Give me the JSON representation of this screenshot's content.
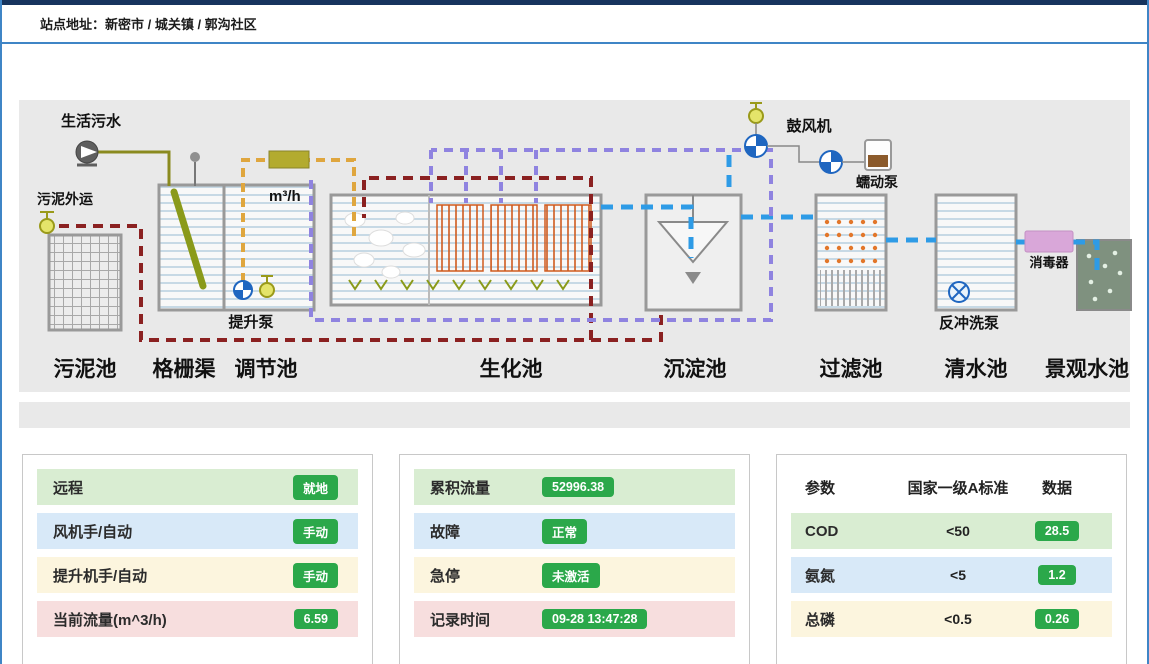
{
  "header": {
    "site_label": "站点地址：新密市 / 城关镇 / 郭沟社区"
  },
  "diagram": {
    "tanks": [
      "污泥池",
      "格栅渠",
      "调节池",
      "生化池",
      "沉淀池",
      "过滤池",
      "清水池",
      "景观水池"
    ],
    "labels": {
      "domestic_sewage": "生活污水",
      "sludge_out": "污泥外运",
      "flow_unit": "m³/h",
      "lift_pump": "提升泵",
      "blower": "鼓风机",
      "peristaltic_pump": "蠕动泵",
      "backwash_pump": "反冲洗泵",
      "disinfector": "消毒器"
    },
    "icons": [
      "sewage-pump-icon",
      "sludge-valve-icon",
      "level-sensor-icon",
      "flow-meter-icon",
      "lift-pump-icon",
      "lift-valve-icon",
      "blower-valve-icon",
      "blower-fan-icon",
      "dosing-beaker-icon",
      "backwash-pump-icon",
      "disinfector-block-icon"
    ]
  },
  "panels": {
    "control": {
      "rows": [
        {
          "label": "远程",
          "value": "就地"
        },
        {
          "label": "风机手/自动",
          "value": "手动"
        },
        {
          "label": "提升机手/自动",
          "value": "手动"
        },
        {
          "label": "当前流量(m^3/h)",
          "value": "6.59"
        }
      ]
    },
    "status": {
      "rows": [
        {
          "label": "累积流量",
          "value": "52996.38"
        },
        {
          "label": "故障",
          "value": "正常"
        },
        {
          "label": "急停",
          "value": "未激活"
        },
        {
          "label": "记录时间",
          "value": "09-28 13:47:28"
        }
      ]
    },
    "quality": {
      "headers": [
        "参数",
        "国家一级A标准",
        "数据"
      ],
      "rows": [
        {
          "param": "COD",
          "standard": "<50",
          "value": "28.5"
        },
        {
          "param": "氨氮",
          "standard": "<5",
          "value": "1.2"
        },
        {
          "param": "总磷",
          "standard": "<0.5",
          "value": "0.26"
        }
      ]
    }
  },
  "colors": {
    "accent_blue": "#3f85c6",
    "top_bar_navy": "#17345e",
    "badge_green": "#2ba84a",
    "row_green": "#d9edd2",
    "row_blue": "#d8e9f8",
    "row_yellow": "#fcf5de",
    "row_pink": "#f7dede",
    "pipe_sludge": "#8b2121",
    "pipe_water": "#2e9be6",
    "pipe_air": "#8f83e0",
    "pipe_feed": "#dfa63e"
  }
}
